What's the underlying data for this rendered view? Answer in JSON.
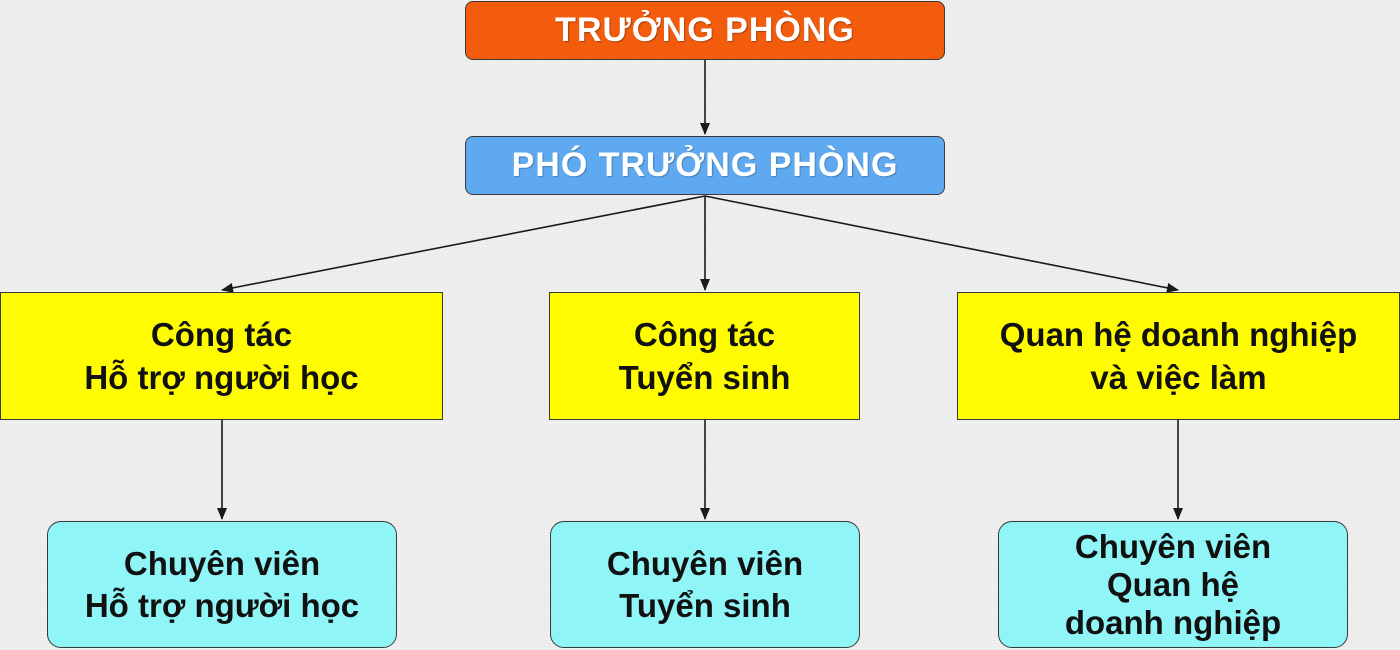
{
  "org_chart": {
    "head": {
      "label": "TRƯỞNG PHÒNG"
    },
    "deputy": {
      "label": "PHÓ TRƯỞNG PHÒNG"
    },
    "departments": [
      {
        "lines": [
          "Công tác",
          "Hỗ trợ người học"
        ]
      },
      {
        "lines": [
          "Công tác",
          "Tuyển sinh"
        ]
      },
      {
        "lines": [
          "Quan hệ doanh nghiệp",
          "và việc làm"
        ]
      }
    ],
    "staff": [
      {
        "lines": [
          "Chuyên viên",
          "Hỗ trợ người học"
        ]
      },
      {
        "lines": [
          "Chuyên viên",
          "Tuyển sinh"
        ]
      },
      {
        "lines": [
          "Chuyên viên",
          "Quan hệ",
          "doanh nghiệp"
        ]
      }
    ]
  },
  "colors": {
    "head_fill": "#f25c0c",
    "deputy_fill": "#5fa9f0",
    "department_fill": "#fffb00",
    "staff_fill": "#8ff5f7",
    "connector": "#1a1a1a"
  }
}
